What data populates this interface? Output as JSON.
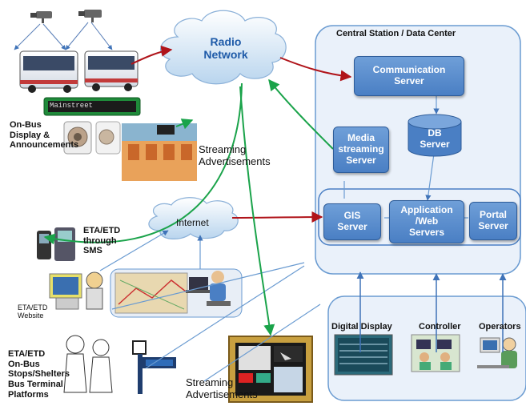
{
  "central": {
    "title": "Central Station / Data Center"
  },
  "radio": {
    "line1": "Radio",
    "line2": "Network"
  },
  "internet": {
    "label": "Internet"
  },
  "servers": {
    "comm": {
      "line1": "Communication",
      "line2": "Server"
    },
    "db": {
      "line1": "DB",
      "line2": "Server"
    },
    "media": {
      "line1": "Media",
      "line2": "streaming",
      "line3": "Server"
    },
    "gis": {
      "line1": "GIS",
      "line2": "Server"
    },
    "app": {
      "line1": "Application",
      "line2": "/Web",
      "line3": "Servers"
    },
    "portal": {
      "line1": "Portal",
      "line2": "Server"
    }
  },
  "bus_display": {
    "text": "Mainstreet"
  },
  "labels": {
    "onbus": {
      "line1": "On-Bus",
      "line2": "Display &",
      "line3": "Announcements"
    },
    "streaming_top": {
      "line1": "Streaming",
      "line2": "Advertisements"
    },
    "eta_sms": {
      "line1": "ETA/ETD",
      "line2": "through",
      "line3": "SMS"
    },
    "eta_web": {
      "line1": "ETA/ETD",
      "line2": "Website"
    },
    "eta_stops": {
      "line1": "ETA/ETD",
      "line2": "On-Bus",
      "line3": "Stops/Shelters",
      "line4": "Bus Terminal",
      "line5": "Platforms"
    },
    "streaming_bottom": {
      "line1": "Streaming",
      "line2": "Advertisements"
    },
    "digital_display": "Digital Display",
    "controller": "Controller",
    "operators": "Operators"
  },
  "colors": {
    "red_arrow": "#b0141a",
    "green_arrow": "#1aa34a",
    "blue_line": "#6a9bd1",
    "server_fill": "#4a7fc4",
    "panel_fill": "#eaf1fa"
  }
}
